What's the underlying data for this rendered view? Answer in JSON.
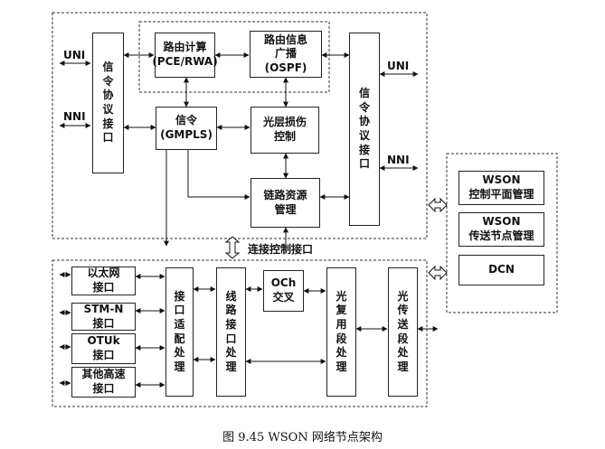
{
  "control_plane": {
    "route_compute": "路由计算\n(PCE/RWA)",
    "route_advertise": "路由信息\n广播\n(OSPF)",
    "signaling": "信令\n(GMPLS)",
    "optical_impairment": "光层损伤\n控制",
    "link_resource": "链路资源\n管理",
    "signal_if_left": "信\n令\n协\n议\n接\n口",
    "signal_if_right": "信\n令\n协\n议\n接\n口",
    "uni_left": "UNI",
    "nni_left": "NNI",
    "uni_right": "UNI",
    "nni_right": "NNI"
  },
  "connection_control": "连接控制接口",
  "transport_plane": {
    "ethernet": "以太网\n接口",
    "stm": "STM-N\n接口",
    "otuk": "OTUk\n接口",
    "other": "其他高速\n接口",
    "adapt": "接\n口\n适\n配\n处\n理",
    "line_if": "线\n路\n接\n口\n处\n理",
    "och": "OCh\n交叉",
    "mux": "光\n复\n用\n段\n处\n理",
    "trans": "光\n传\n送\n段\n处\n理"
  },
  "management": {
    "wson_cp": "WSON\n控制平面管理",
    "wson_tn": "WSON\n传送节点管理",
    "dcn": "DCN"
  },
  "caption": "图 9.45    WSON 网络节点架构"
}
